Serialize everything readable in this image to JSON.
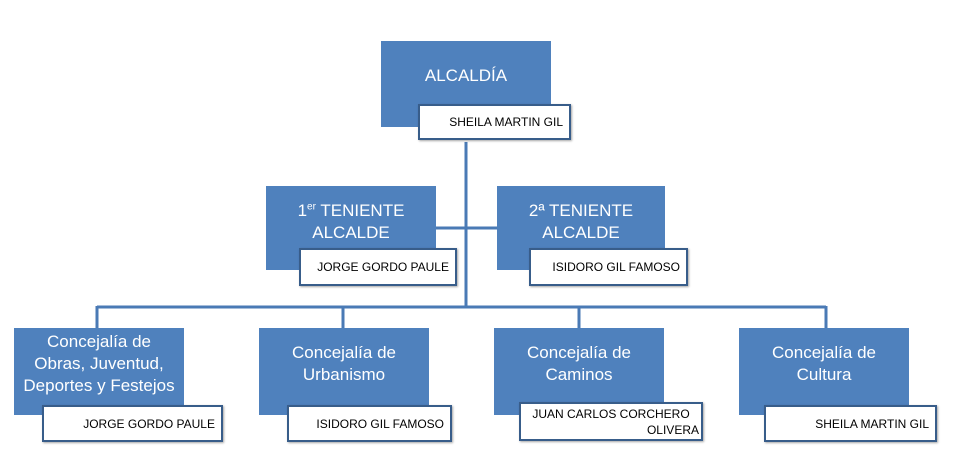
{
  "alcaldia": {
    "title": "ALCALDÍA",
    "name": "SHEILA MARTIN GIL"
  },
  "teniente1": {
    "ordinal": "1",
    "sup": "er",
    "title": "TENIENTE",
    "title2": "ALCALDE",
    "name": "JORGE GORDO PAULE"
  },
  "teniente2": {
    "title": "2ª TENIENTE",
    "title2": "ALCALDE",
    "name": "ISIDORO GIL FAMOSO"
  },
  "concejalias": [
    {
      "line1": "Concejalía de",
      "line2": "Obras, Juventud,",
      "line3": "Deportes y Festejos",
      "name": "JORGE GORDO PAULE"
    },
    {
      "line1": "Concejalía de",
      "line2": "Urbanismo",
      "line3": "",
      "name": "ISIDORO GIL FAMOSO"
    },
    {
      "line1": "Concejalía de",
      "line2": "Caminos",
      "line3": "",
      "name": "JUAN CARLOS CORCHERO OLIVERA",
      "name1": "JUAN CARLOS CORCHERO",
      "name2": "OLIVERA"
    },
    {
      "line1": "Concejalía de",
      "line2": "Cultura",
      "line3": "",
      "name": "SHEILA MARTIN GIL"
    }
  ],
  "colors": {
    "box": "#4f81bd",
    "line": "#4a7ab5",
    "border": "#385d8a"
  }
}
